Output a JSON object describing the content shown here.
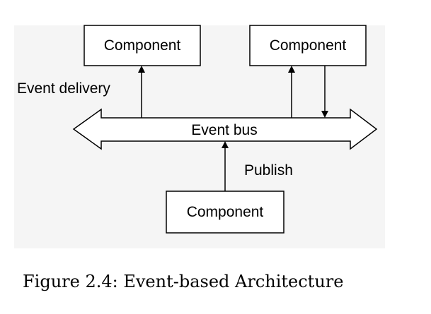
{
  "diagram": {
    "components": [
      {
        "label": "Component"
      },
      {
        "label": "Component"
      },
      {
        "label": "Component"
      }
    ],
    "bus_label": "Event bus",
    "event_delivery_label": "Event delivery",
    "publish_label": "Publish"
  },
  "caption": "Figure 2.4: Event-based Architecture"
}
